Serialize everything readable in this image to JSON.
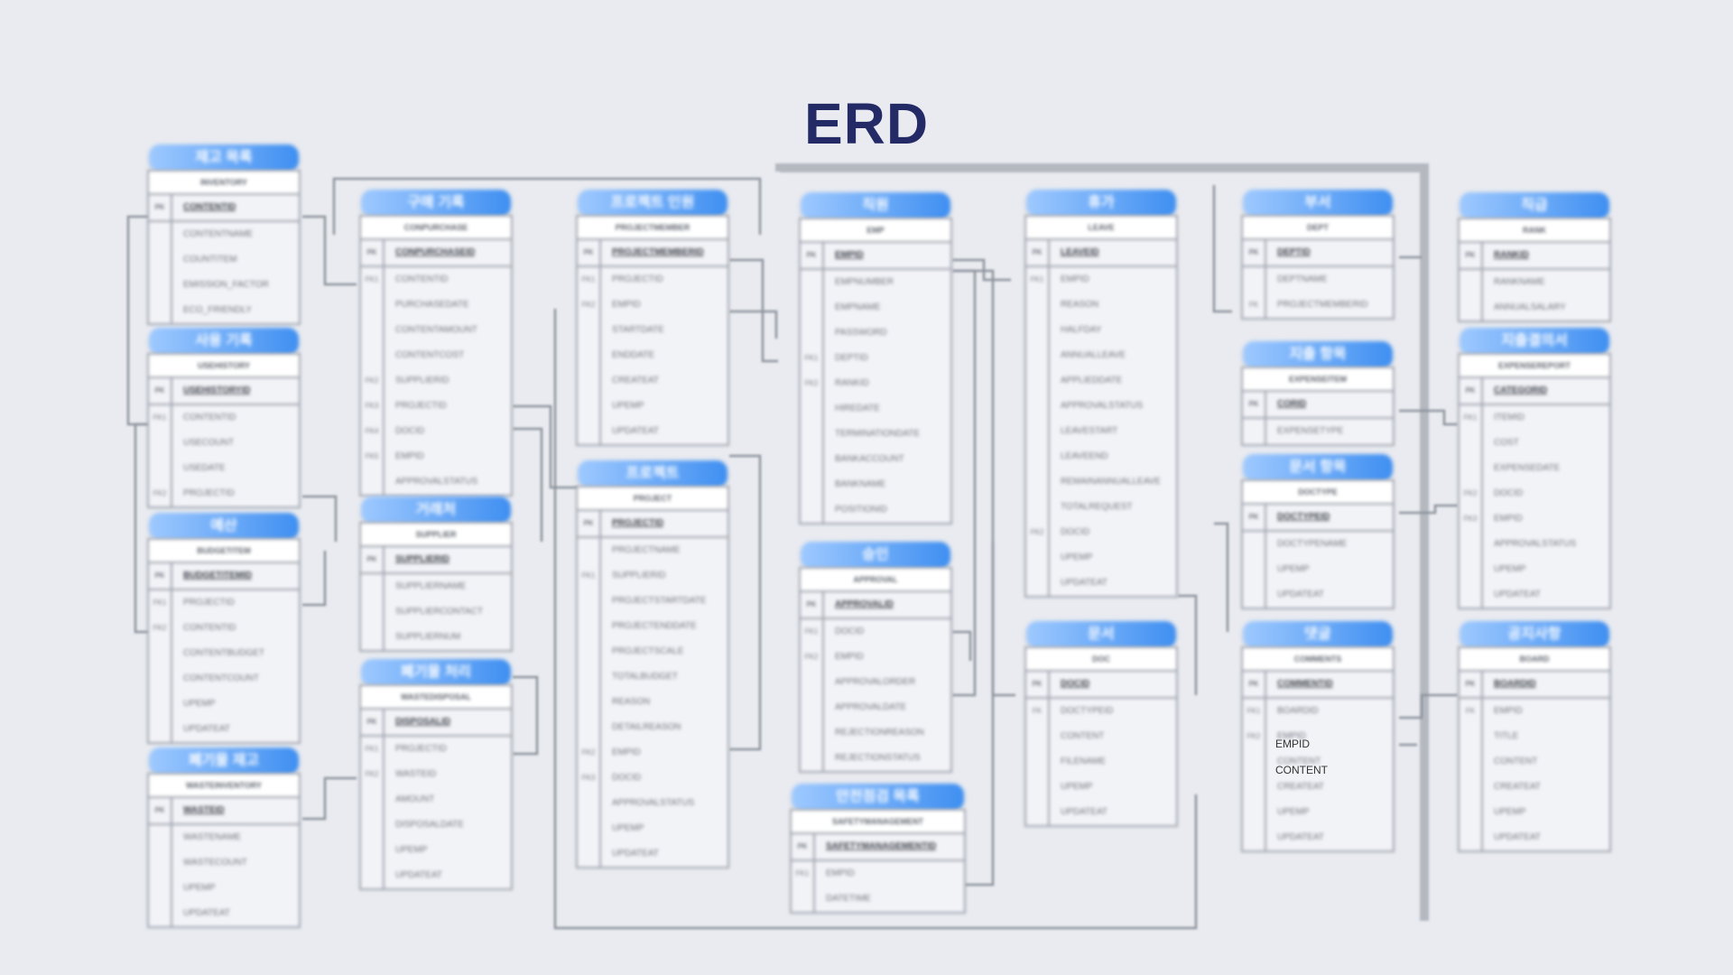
{
  "title": "ERD",
  "entities": [
    {
      "id": "inventory",
      "label": "재고 목록",
      "table": "INVENTORY",
      "rows": [
        [
          "PK",
          "CONTENTID"
        ],
        [
          "",
          "CONTENTNAME"
        ],
        [
          "",
          "COUNTITEM"
        ],
        [
          "",
          "EMISSION_FACTOR"
        ],
        [
          "",
          "ECO_FRIENDLY"
        ]
      ]
    },
    {
      "id": "usehistory",
      "label": "사용 기록",
      "table": "USEHISTORY",
      "rows": [
        [
          "PK",
          "USEHISTORYID"
        ],
        [
          "FK1",
          "CONTENTID"
        ],
        [
          "",
          "USECOUNT"
        ],
        [
          "",
          "USEDATE"
        ],
        [
          "FK2",
          "PROJECTID"
        ]
      ]
    },
    {
      "id": "budget",
      "label": "예산",
      "table": "BUDGETITEM",
      "rows": [
        [
          "PK",
          "BUDGETITEMID"
        ],
        [
          "FK1",
          "PROJECTID"
        ],
        [
          "FK2",
          "CONTENTID"
        ],
        [
          "",
          "CONTENTBUDGET"
        ],
        [
          "",
          "CONTENTCOUNT"
        ],
        [
          "",
          "UPEMP"
        ],
        [
          "",
          "UPDATEAT"
        ]
      ]
    },
    {
      "id": "wasteinventory",
      "label": "폐기물 재고",
      "table": "WASTEINVENTORY",
      "rows": [
        [
          "PK",
          "WASTEID"
        ],
        [
          "",
          "WASTENAME"
        ],
        [
          "",
          "WASTECOUNT"
        ],
        [
          "",
          "UPEMP"
        ],
        [
          "",
          "UPDATEAT"
        ]
      ]
    },
    {
      "id": "purchase",
      "label": "구매 기록",
      "table": "CONPURCHASE",
      "rows": [
        [
          "PK",
          "CONPURCHASEID"
        ],
        [
          "FK1",
          "CONTENTID"
        ],
        [
          "",
          "PURCHASEDATE"
        ],
        [
          "",
          "CONTENTAMOUNT"
        ],
        [
          "",
          "CONTENTCOST"
        ],
        [
          "FK2",
          "SUPPLIERID"
        ],
        [
          "FK3",
          "PROJECTID"
        ],
        [
          "FK4",
          "DOCID"
        ],
        [
          "FK5",
          "EMPID"
        ],
        [
          "",
          "APPROVALSTATUS"
        ]
      ]
    },
    {
      "id": "supplier",
      "label": "거래처",
      "table": "SUPPLIER",
      "rows": [
        [
          "PK",
          "SUPPLIERID"
        ],
        [
          "",
          "SUPPLIERNAME"
        ],
        [
          "",
          "SUPPLIERCONTACT"
        ],
        [
          "",
          "SUPPLIERNUM"
        ]
      ]
    },
    {
      "id": "wastedisposal",
      "label": "폐기물 처리",
      "table": "WASTEDISPOSAL",
      "rows": [
        [
          "PK",
          "DISPOSALID"
        ],
        [
          "FK1",
          "PROJECTID"
        ],
        [
          "FK2",
          "WASTEID"
        ],
        [
          "",
          "AMOUNT"
        ],
        [
          "",
          "DISPOSALDATE"
        ],
        [
          "",
          "UPEMP"
        ],
        [
          "",
          "UPDATEAT"
        ]
      ]
    },
    {
      "id": "projectmember",
      "label": "프로젝트 인원",
      "table": "PROJECTMEMBER",
      "rows": [
        [
          "PK",
          "PROJECTMEMBERID"
        ],
        [
          "FK1",
          "PROJECTID"
        ],
        [
          "FK2",
          "EMPID"
        ],
        [
          "",
          "STARTDATE"
        ],
        [
          "",
          "ENDDATE"
        ],
        [
          "",
          "CREATEAT"
        ],
        [
          "",
          "UPEMP"
        ],
        [
          "",
          "UPDATEAT"
        ]
      ]
    },
    {
      "id": "project",
      "label": "프로젝트",
      "table": "PROJECT",
      "rows": [
        [
          "PK",
          "PROJECTID"
        ],
        [
          "",
          "PROJECTNAME"
        ],
        [
          "FK1",
          "SUPPLIERID"
        ],
        [
          "",
          "PROJECTSTARTDATE"
        ],
        [
          "",
          "PROJECTENDDATE"
        ],
        [
          "",
          "PROJECTSCALE"
        ],
        [
          "",
          "TOTALBUDGET"
        ],
        [
          "",
          "REASON"
        ],
        [
          "",
          "DETAILREASON"
        ],
        [
          "FK2",
          "EMPID"
        ],
        [
          "FK3",
          "DOCID"
        ],
        [
          "",
          "APPROVALSTATUS"
        ],
        [
          "",
          "UPEMP"
        ],
        [
          "",
          "UPDATEAT"
        ]
      ]
    },
    {
      "id": "emp",
      "label": "직원",
      "table": "EMP",
      "rows": [
        [
          "PK",
          "EMPID"
        ],
        [
          "",
          "EMPNUMBER"
        ],
        [
          "",
          "EMPNAME"
        ],
        [
          "",
          "PASSWORD"
        ],
        [
          "FK1",
          "DEPTID"
        ],
        [
          "FK2",
          "RANKID"
        ],
        [
          "",
          "HIREDATE"
        ],
        [
          "",
          "TERMINATIONDATE"
        ],
        [
          "",
          "BANKACCOUNT"
        ],
        [
          "",
          "BANKNAME"
        ],
        [
          "",
          "POSITIONID"
        ]
      ]
    },
    {
      "id": "approval",
      "label": "승인",
      "table": "APPROVAL",
      "rows": [
        [
          "PK",
          "APPROVALID"
        ],
        [
          "FK1",
          "DOCID"
        ],
        [
          "FK2",
          "EMPID"
        ],
        [
          "",
          "APPROVALORDER"
        ],
        [
          "",
          "APPROVALDATE"
        ],
        [
          "",
          "REJECTIONREASON"
        ],
        [
          "",
          "REJECTIONSTATUS"
        ]
      ]
    },
    {
      "id": "safety",
      "label": "안전점검 목록",
      "table": "SAFETYMANAGEMENT",
      "rows": [
        [
          "PK",
          "SAFETYMANAGEMENTID"
        ],
        [
          "FK1",
          "EMPID"
        ],
        [
          "",
          "DATETIME"
        ]
      ]
    },
    {
      "id": "leave",
      "label": "휴가",
      "table": "LEAVE",
      "rows": [
        [
          "PK",
          "LEAVEID"
        ],
        [
          "FK1",
          "EMPID"
        ],
        [
          "",
          "REASON"
        ],
        [
          "",
          "HALFDAY"
        ],
        [
          "",
          "ANNUALLEAVE"
        ],
        [
          "",
          "APPLIEDDATE"
        ],
        [
          "",
          "APPROVALSTATUS"
        ],
        [
          "",
          "LEAVESTART"
        ],
        [
          "",
          "LEAVEEND"
        ],
        [
          "",
          "REMAINANNUALLEAVE"
        ],
        [
          "",
          "TOTALREQUEST"
        ],
        [
          "FK2",
          "DOCID"
        ],
        [
          "",
          "UPEMP"
        ],
        [
          "",
          "UPDATEAT"
        ]
      ]
    },
    {
      "id": "doc",
      "label": "문서",
      "table": "DOC",
      "rows": [
        [
          "PK",
          "DOCID"
        ],
        [
          "FK",
          "DOCTYPEID"
        ],
        [
          "",
          "CONTENT"
        ],
        [
          "",
          "FILENAME"
        ],
        [
          "",
          "UPEMP"
        ],
        [
          "",
          "UPDATEAT"
        ]
      ]
    },
    {
      "id": "dept",
      "label": "부서",
      "table": "DEPT",
      "rows": [
        [
          "PK",
          "DEPTID"
        ],
        [
          "",
          "DEPTNAME"
        ],
        [
          "FK",
          "PROJECTMEMBERID"
        ]
      ]
    },
    {
      "id": "expenseitem",
      "label": "지출 항목",
      "table": "EXPENSEITEM",
      "rows": [
        [
          "PK",
          "CORID"
        ],
        [
          "",
          "EXPENSETYPE"
        ]
      ]
    },
    {
      "id": "doctype",
      "label": "문서 항목",
      "table": "DOCTYPE",
      "rows": [
        [
          "PK",
          "DOCTYPEID"
        ],
        [
          "",
          "DOCTYPENAME"
        ],
        [
          "",
          "UPEMP"
        ],
        [
          "",
          "UPDATEAT"
        ]
      ]
    },
    {
      "id": "comments",
      "label": "댓글",
      "table": "COMMENTS",
      "rows": [
        [
          "PK",
          "COMMENTID"
        ],
        [
          "FK1",
          "BOARDID"
        ],
        [
          "FK2",
          "EMPID"
        ],
        [
          "",
          "CONTENT"
        ],
        [
          "",
          "CREATEAT"
        ],
        [
          "",
          "UPEMP"
        ],
        [
          "",
          "UPDATEAT"
        ]
      ]
    },
    {
      "id": "rank",
      "label": "직급",
      "table": "RANK",
      "rows": [
        [
          "PK",
          "RANKID"
        ],
        [
          "",
          "RANKNAME"
        ],
        [
          "",
          "ANNUALSALARY"
        ]
      ]
    },
    {
      "id": "expensereport",
      "label": "지출결의서",
      "table": "EXPENSEREPORT",
      "rows": [
        [
          "PK",
          "CATEGORID"
        ],
        [
          "FK1",
          "ITEMID"
        ],
        [
          "",
          "COST"
        ],
        [
          "",
          "EXPENSEDATE"
        ],
        [
          "FK2",
          "DOCID"
        ],
        [
          "FK3",
          "EMPID"
        ],
        [
          "",
          "APPROVALSTATUS"
        ],
        [
          "",
          "UPEMP"
        ],
        [
          "",
          "UPDATEAT"
        ]
      ]
    },
    {
      "id": "board",
      "label": "공지사항",
      "table": "BOARD",
      "rows": [
        [
          "PK",
          "BOARDID"
        ],
        [
          "FK",
          "EMPID"
        ],
        [
          "",
          "TITLE"
        ],
        [
          "",
          "CONTENT"
        ],
        [
          "",
          "CREATEAT"
        ],
        [
          "",
          "UPEMP"
        ],
        [
          "",
          "UPDATEAT"
        ]
      ]
    }
  ]
}
